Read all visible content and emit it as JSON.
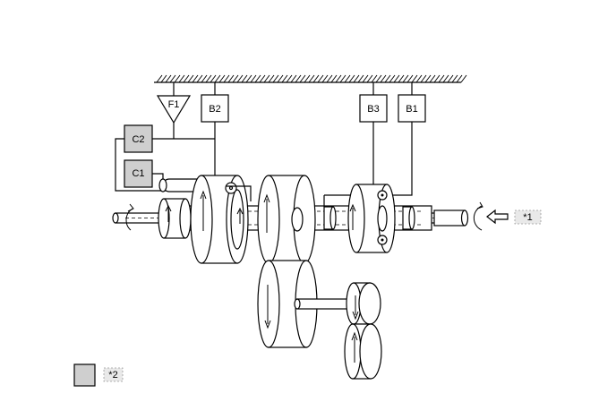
{
  "labels": {
    "f1": "F1",
    "b2": "B2",
    "b3": "B3",
    "b1": "B1",
    "c2": "C2",
    "c1": "C1",
    "callout_1": "*1",
    "callout_2": "*2"
  },
  "colors": {
    "clutch_fill": "#cfcfcf",
    "line": "#000000",
    "background": "#ffffff"
  },
  "icons": [
    "input-arrow-icon",
    "rotation-arrow-icon",
    "ground-hatch-icon"
  ]
}
